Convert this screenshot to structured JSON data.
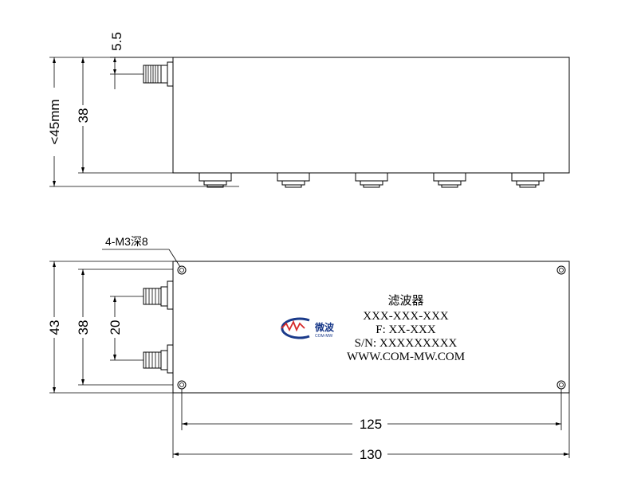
{
  "side_view": {
    "dim_connector_offset": "5.5",
    "dim_overall_height": "<45mm",
    "dim_body_height": "38"
  },
  "top_view": {
    "thread_callout": "4-M3深8",
    "dim_width": "43",
    "dim_inner_height": "38",
    "dim_port_spacing": "20",
    "dim_hole_spacing": "125",
    "dim_length": "130"
  },
  "nameplate": {
    "product": "滤波器",
    "model": "XXX-XXX-XXX",
    "frequency": "F: XX-XXX",
    "serial": "S/N: XXXXXXXXX",
    "website": "WWW.COM-MW.COM",
    "logo_cn": "微波",
    "logo_en": "COM-MW"
  },
  "colors": {
    "logo_primary": "#1a3a8a",
    "logo_accent": "#d62b2b",
    "line": "#000000"
  },
  "icons": [
    "sma-connector-icon",
    "mounting-hole-icon",
    "company-logo-icon"
  ]
}
